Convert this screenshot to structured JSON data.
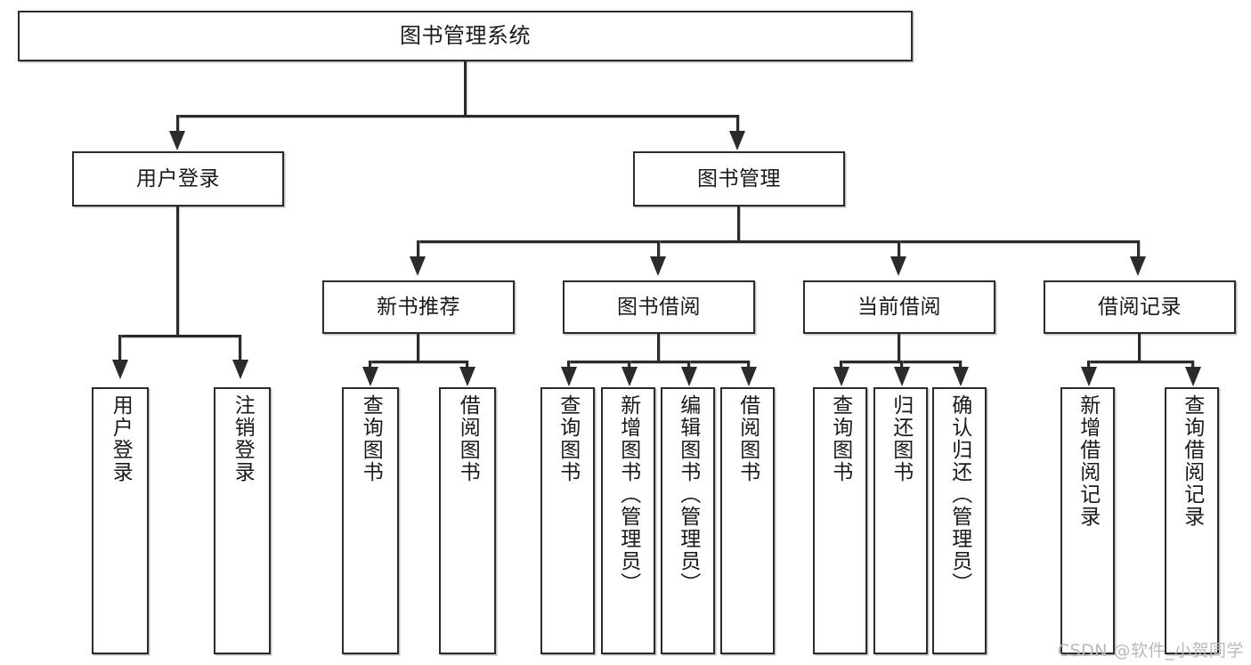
{
  "diagram": {
    "type": "tree-hierarchy-flowchart",
    "title": "图书管理系统",
    "root": {
      "id": "root",
      "label": "图书管理系统"
    },
    "level2": [
      {
        "id": "user-login",
        "label": "用户登录"
      },
      {
        "id": "book-manage",
        "label": "图书管理"
      }
    ],
    "level3": [
      {
        "id": "new-book-recommend",
        "label": "新书推荐",
        "parent": "book-manage"
      },
      {
        "id": "book-borrow",
        "label": "图书借阅",
        "parent": "book-manage"
      },
      {
        "id": "current-borrow",
        "label": "当前借阅",
        "parent": "book-manage"
      },
      {
        "id": "borrow-record",
        "label": "借阅记录",
        "parent": "book-manage"
      }
    ],
    "leaves": {
      "user_login": [
        {
          "id": "leaf-user-login",
          "label": "用户登录"
        },
        {
          "id": "leaf-logout-login",
          "label": "注销登录"
        }
      ],
      "new_book_recommend": [
        {
          "id": "leaf-query-book-1",
          "label": "查询图书"
        },
        {
          "id": "leaf-borrow-book-1",
          "label": "借阅图书"
        }
      ],
      "book_borrow": [
        {
          "id": "leaf-query-book-2",
          "label": "查询图书"
        },
        {
          "id": "leaf-add-book",
          "label": "新增图书（管理员）"
        },
        {
          "id": "leaf-edit-book",
          "label": "编辑图书（管理员）"
        },
        {
          "id": "leaf-borrow-book-2",
          "label": "借阅图书"
        }
      ],
      "current_borrow": [
        {
          "id": "leaf-query-book-3",
          "label": "查询图书"
        },
        {
          "id": "leaf-return-book",
          "label": "归还图书"
        },
        {
          "id": "leaf-confirm-return",
          "label": "确认归还（管理员）"
        }
      ],
      "borrow_record": [
        {
          "id": "leaf-add-record",
          "label": "新增借阅记录"
        },
        {
          "id": "leaf-query-record",
          "label": "查询借阅记录"
        }
      ]
    }
  },
  "watermark": {
    "text": "CSDN @软件_小贺同学"
  },
  "colors": {
    "stroke": "#2b2b2b",
    "fill": "#ffffff",
    "text": "#1a1a1a",
    "watermark": "#b9b9b9"
  }
}
